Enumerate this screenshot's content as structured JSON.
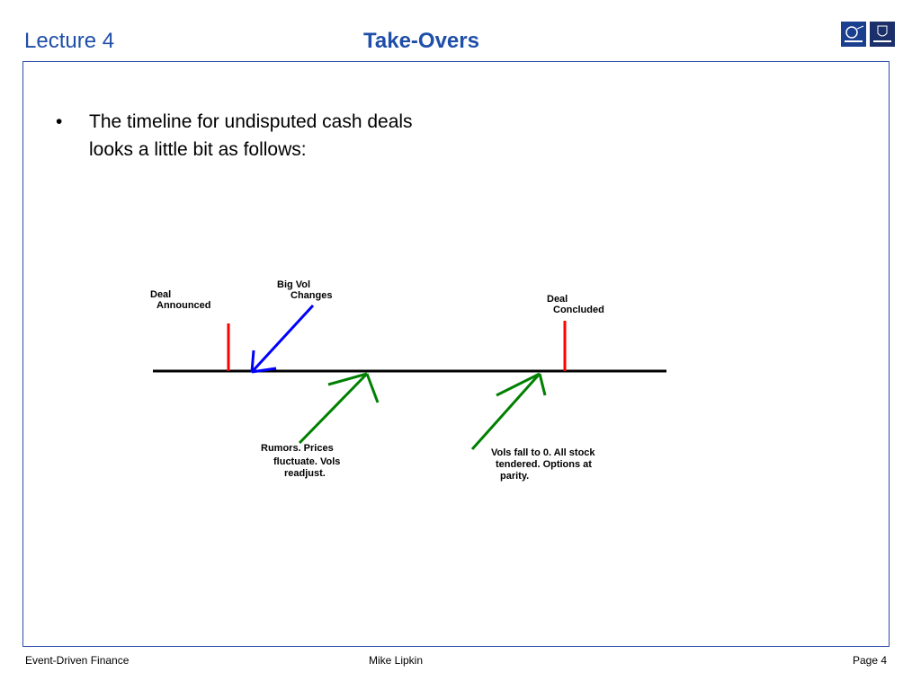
{
  "header": {
    "lecture": "Lecture 4",
    "title": "Take-Overs"
  },
  "body": {
    "bullet": "The timeline for undisputed cash deals looks a little bit as follows:"
  },
  "diagram": {
    "deal_announced": [
      "Deal",
      "Announced"
    ],
    "big_vol": [
      "Big Vol",
      "Changes"
    ],
    "deal_concluded": [
      "Deal",
      "Concluded"
    ],
    "rumors": [
      "Rumors. Prices",
      "fluctuate. Vols",
      "readjust."
    ],
    "vols_fall": [
      "Vols fall to 0. All stock",
      "tendered. Options at",
      "parity."
    ],
    "colors": {
      "event_marker": "#ff0000",
      "vol_arrow": "#0000ff",
      "phase_arrow": "#008000",
      "timeline": "#000000"
    }
  },
  "footer": {
    "left": "Event-Driven Finance",
    "center": "Mike Lipkin",
    "right": "Page 4"
  }
}
